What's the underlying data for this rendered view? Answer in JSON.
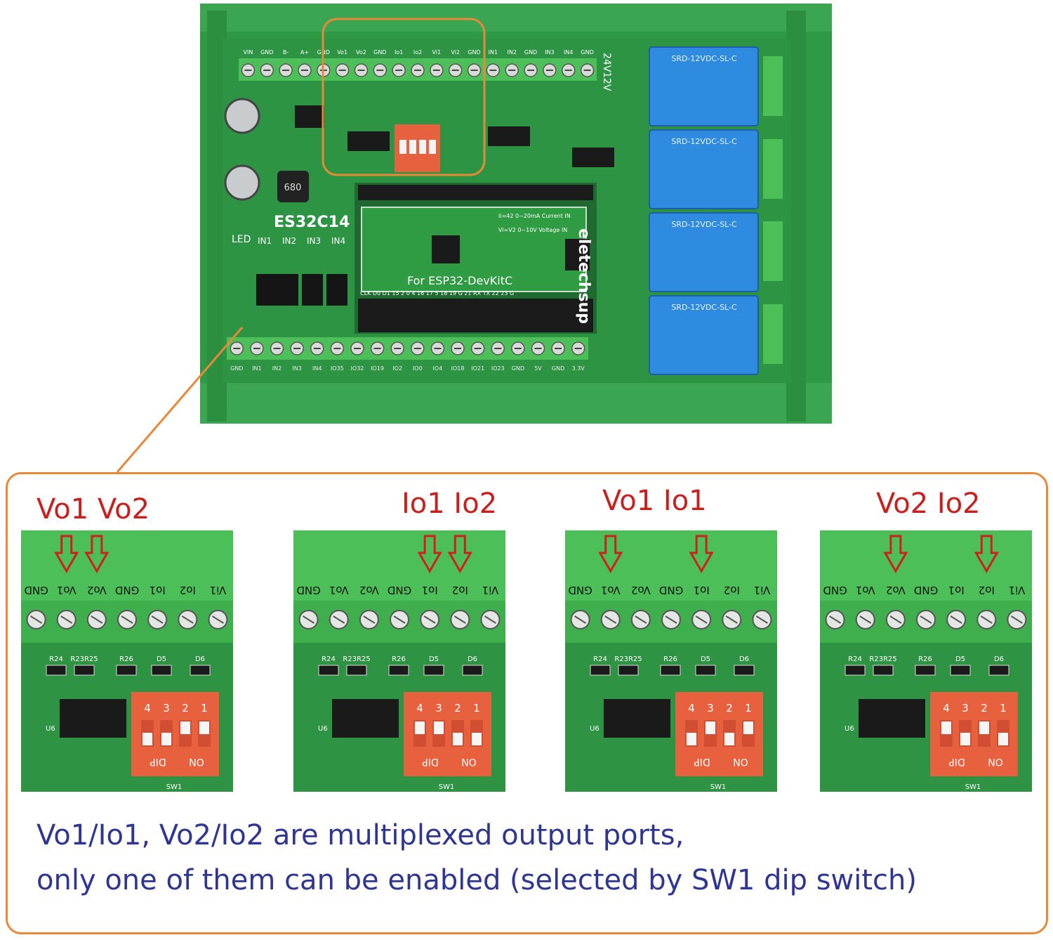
{
  "board": {
    "top_terminals": [
      "VIN",
      "GND",
      "B-",
      "A+",
      "GND",
      "Vo1",
      "Vo2",
      "GND",
      "Io1",
      "Io2",
      "Vi1",
      "Vi2",
      "GND",
      "IN1",
      "IN2",
      "GND",
      "IN3",
      "IN4",
      "GND"
    ],
    "bottom_terminals": [
      "GND",
      "IN1",
      "IN2",
      "IN3",
      "IN4",
      "IO35",
      "IO32",
      "IO19",
      "IO2",
      "IO0",
      "IO4",
      "IO18",
      "IO21",
      "IO23",
      "GND",
      "5V",
      "GND",
      "3.3V"
    ],
    "model": "ES32C14",
    "brand": "eletechsup",
    "module_label": "For ESP32-DevKitC",
    "input_labels": [
      "IN1",
      "IN2",
      "IN3",
      "IN4"
    ],
    "led_label": "LED",
    "pin_labels": "CLK D0 D1 15 2 0 4 16 17 5 18 19 G 21 RX TX 22 23 G",
    "io_note_1": "Ii=42 0~20mA Current IN",
    "io_note_2": "Vi=V2 0~10V Voltage IN",
    "power_labels": [
      "24V",
      "12V"
    ],
    "relay_text": "SRD-12VDC-SL-C",
    "relay_count": 4,
    "inductor": "680",
    "dip_label": "DIP",
    "dip_on": "ON"
  },
  "panels": [
    {
      "label": "Vo1 Vo2",
      "terminals": [
        "GND",
        "Vo1",
        "Vo2",
        "GND",
        "Io1",
        "Io2",
        "Vi1"
      ]
    },
    {
      "label": "Io1 Io2",
      "terminals": [
        "GND",
        "Vo1",
        "Vo2",
        "GND",
        "Io1",
        "Io2",
        "Vi1"
      ]
    },
    {
      "label": "Vo1 Io1",
      "terminals": [
        "GND",
        "Vo1",
        "Vo2",
        "GND",
        "Io1",
        "Io2",
        "Vi1"
      ]
    },
    {
      "label": "Vo2 Io2",
      "terminals": [
        "GND",
        "Vo1",
        "Vo2",
        "GND",
        "Io1",
        "Io2",
        "Vi1"
      ]
    }
  ],
  "panel_common": {
    "resistors": [
      "R24",
      "R23R25",
      "R26",
      "D5",
      "D6"
    ],
    "chip": "U6",
    "dip_numbers": [
      "4",
      "3",
      "2",
      "1"
    ],
    "dip_text": "DIP",
    "on_text": "ON",
    "switch": "SW1"
  },
  "caption": {
    "line1": "Vo1/Io1, Vo2/Io2 are multiplexed output ports,",
    "line2": "only one of them can be enabled (selected by SW1 dip switch)"
  },
  "colors": {
    "pcb": "#2f9b43",
    "terminal": "#49b552",
    "frame": "#e8893a",
    "dip": "#e8613f",
    "relay": "#2f8be0",
    "label_red": "#c8201e",
    "caption_blue": "#2e3592"
  }
}
